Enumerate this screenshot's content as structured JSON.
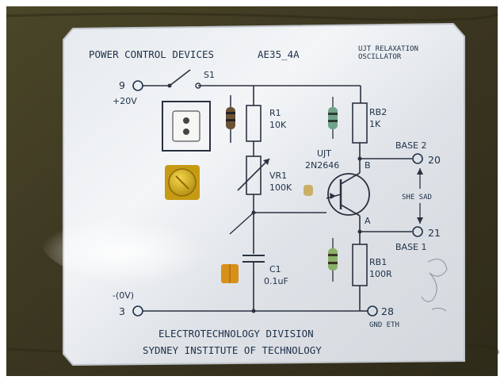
{
  "photo": {
    "title": "POWER CONTROL DEVICES",
    "code": "AE35_4A",
    "corner_lines": [
      "UJT RELAXATION",
      "OSCILLATOR"
    ],
    "switch_label": "S1",
    "supply_terminal": "9",
    "supply_voltage": "+20V",
    "ground_terminal_note": "-(0V)",
    "ground_terminal": "3",
    "r1": [
      "R1",
      "10K"
    ],
    "vr1": [
      "VR1",
      "100K"
    ],
    "c1": [
      "C1",
      "0.1uF"
    ],
    "rb2": [
      "RB2",
      "1K"
    ],
    "rb1": [
      "RB1",
      "100R"
    ],
    "ujt": [
      "UJT",
      "2N2646"
    ],
    "pin_b": "B",
    "pin_a": "A",
    "base2": "BASE 2",
    "base2_terminal": "20",
    "base1": "BASE 1",
    "base1_terminal": "21",
    "shunt_note": "SHE SAD",
    "gnd_terminal": "28",
    "gnd_note": "GND ETH",
    "footer_1": "ELECTROTECHNOLOGY DIVISION",
    "footer_2": "SYDNEY INSTITUTE OF TECHNOLOGY"
  },
  "colors": {
    "board": "#3e3a22",
    "panel": "#e8ecf0",
    "ink": "#20324a",
    "knob": "#d9b21a",
    "wire": "#2a3240"
  }
}
